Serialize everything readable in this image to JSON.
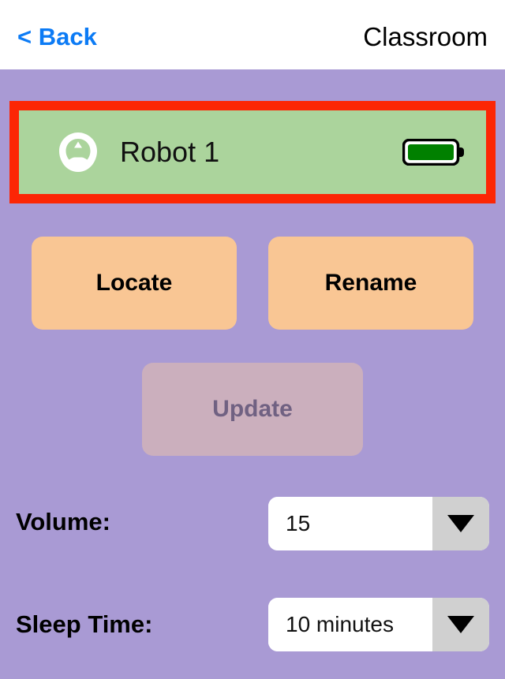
{
  "header": {
    "back_label": "< Back",
    "title": "Classroom"
  },
  "robot": {
    "name": "Robot 1",
    "icon": "robot-top-view-icon",
    "battery_icon": "battery-full-icon",
    "battery_level": "full",
    "row_color": "#abd49c",
    "highlight_color": "#fc2605"
  },
  "actions": {
    "locate_label": "Locate",
    "rename_label": "Rename",
    "update_label": "Update",
    "update_disabled": true,
    "button_color": "#f9c694",
    "disabled_color": "#cbafbd"
  },
  "settings": [
    {
      "label": "Volume:",
      "value": "15",
      "icon": "chevron-down-icon"
    },
    {
      "label": "Sleep Time:",
      "value": "10 minutes",
      "icon": "chevron-down-icon"
    }
  ],
  "theme": {
    "background": "#a99ad4",
    "accent_blue": "#0c7bf5",
    "navbar_background": "#ffffff"
  }
}
